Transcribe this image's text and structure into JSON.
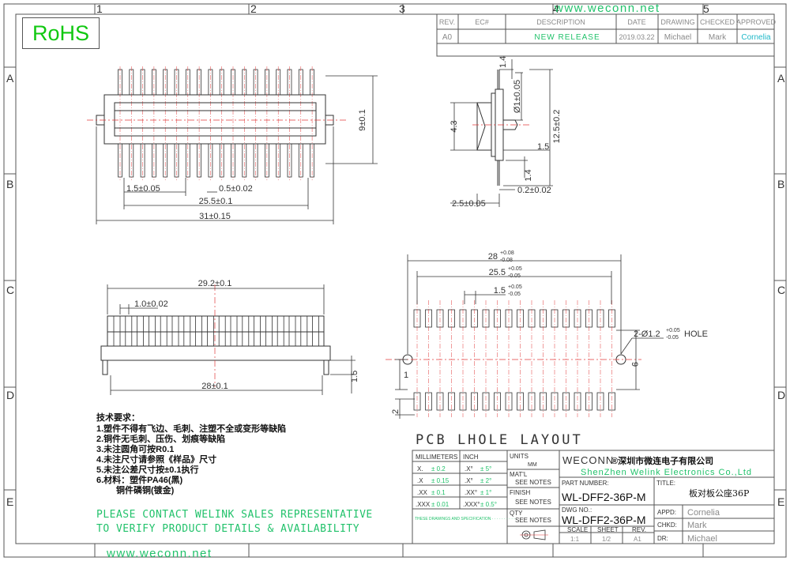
{
  "border": {
    "cols": [
      "1",
      "2",
      "3",
      "4",
      "5"
    ],
    "rows": [
      "A",
      "B",
      "C",
      "D",
      "E"
    ]
  },
  "watermark": "www.weconn.net",
  "rohs": "RoHS",
  "revision": {
    "headers": [
      "REV.",
      "EC#",
      "DESCRIPTION",
      "DATE",
      "DRAWING",
      "CHECKED",
      "APPROVED"
    ],
    "row": [
      "A0",
      "",
      "NEW RELEASE",
      "2019.03.22",
      "Michael",
      "Mark",
      "Cornelia"
    ]
  },
  "top_view": {
    "dims": [
      "9±0.1",
      "1.5±0.05",
      "0.5±0.02",
      "25.5±0.1",
      "31±0.15"
    ]
  },
  "side_view": {
    "dims": [
      "1.4",
      "Ø1±0.05",
      "4.3",
      "12.5±0.2",
      "1.5",
      "1.4",
      "0.2±0.02",
      "2.5±0.05"
    ]
  },
  "front_view": {
    "dims": [
      "29.2±0.1",
      "1.0±0.02",
      "28±0.1",
      "1.5"
    ]
  },
  "pcb_layout": {
    "dim_28": "28",
    "tol_28": [
      "+0.08",
      "-0.08"
    ],
    "dim_255": "25.5",
    "tol_255": [
      "+0.05",
      "-0.05"
    ],
    "dim_15": "1.5",
    "tol_15": [
      "+0.05",
      "-0.05"
    ],
    "hole": "2-Ø1.2",
    "hole_tol": [
      "+0.05",
      "-0.05"
    ],
    "hole_suffix": "HOLE",
    "dim_9": "9",
    "dim_1": "1",
    "dim_2": "2",
    "caption": "PCB LHOLE LAYOUT"
  },
  "notes": {
    "title": "技术要求：",
    "items": [
      "1.塑件不得有飞边、毛刺、注塑不全或变形等缺陷",
      "2.铜件无毛刺、压伤、划痕等缺陷",
      "3.未注圆角可按R0.1",
      "4.未注尺寸请参照《样品》尺寸",
      "5.未注公差尺寸按±0.1执行",
      "6.材料：塑件PA46(黑)",
      "铜件磷铜(镀金)"
    ],
    "green_lines": [
      "PLEASE CONTACT WELINK SALES REPRESENTATIVE",
      "TO VERIFY PRODUCT DETAILS & AVAILABILITY"
    ]
  },
  "title_block": {
    "tol_headers": [
      "MILLIMETERS",
      "INCH"
    ],
    "tol_rows": [
      [
        "X.",
        "± 0.2",
        ".X°",
        "± 5°"
      ],
      [
        ".X",
        "± 0.15",
        ".X°",
        "± 2°"
      ],
      [
        ".XX",
        "± 0.1",
        ".XX°",
        "± 1°"
      ],
      [
        ".XXX",
        "± 0.01",
        ".XXX°",
        "± 0.5°"
      ]
    ],
    "units_label": "UNITS",
    "units_value": "MM",
    "matl_label": "MAT'L",
    "matl_value": "SEE NOTES",
    "finish_label": "FINISH",
    "finish_value": "SEE NOTES",
    "qty_label": "QTY",
    "qty_value": "SEE NOTES",
    "company_en_brand": "WECONN",
    "company_cn": "®深圳市微连电子有限公司",
    "company_en": "ShenZhen Welink Electronics Co.,Ltd",
    "part_label": "PART NUMBER:",
    "part_number": "WL-DFF2-36P-M",
    "title_label": "TITLE:",
    "title_value": "板对板公座36P",
    "dwg_label": "DWG NO.:",
    "dwg_number": "WL-DFF2-36P-M",
    "scale_label": "SCALE",
    "scale_value": "1:1",
    "sheet_label": "SHEET",
    "sheet_value": "1/2",
    "rev_label": "REV.",
    "rev_value": "A1",
    "appd_label": "APPD:",
    "appd_value": "Cornelia",
    "chkd_label": "CHKD:",
    "chkd_value": "Mark",
    "dr_label": "DR:",
    "dr_value": "Michael"
  },
  "colors": {
    "line": "#333333",
    "center": "#e23b3b",
    "green": "#22c26b",
    "rohs": "#11c811",
    "gray_text": "#8a8a8a"
  }
}
